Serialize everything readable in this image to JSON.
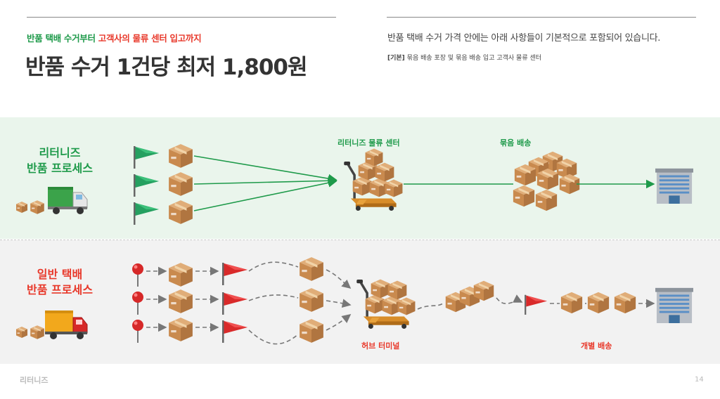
{
  "header": {
    "subtitle_green": "반품 택배 수거부터",
    "subtitle_red": "고객사의 물류 센터 입고까지",
    "title": "반품 수거 1건당 최저 1,800원",
    "description": "반품 택배 수거 가격 안에는 아래 사항들이 기본적으로 포함되어 있습니다.",
    "basic_tag": "[기본]",
    "basic_text": "묶음 배송 포장 및 묶음 배송 입고  고객사 물류 센터"
  },
  "process_a": {
    "title_line1": "리터니즈",
    "title_line2": "반품 프로세스",
    "center_label": "리터니즈 물류 센터",
    "bundle_label": "묶음 배송"
  },
  "process_b": {
    "title_line1": "일반 택배",
    "title_line2": "반품 프로세스",
    "hub_label": "허브 터미널",
    "individual_label": "개별 배송"
  },
  "footer": {
    "brand": "리터니즈",
    "page": "14"
  },
  "colors": {
    "green": "#1e9a4a",
    "red": "#e8382a",
    "band_green": "#eaf5ec",
    "band_gray": "#f2f2f2",
    "box": "#c98a4e"
  }
}
